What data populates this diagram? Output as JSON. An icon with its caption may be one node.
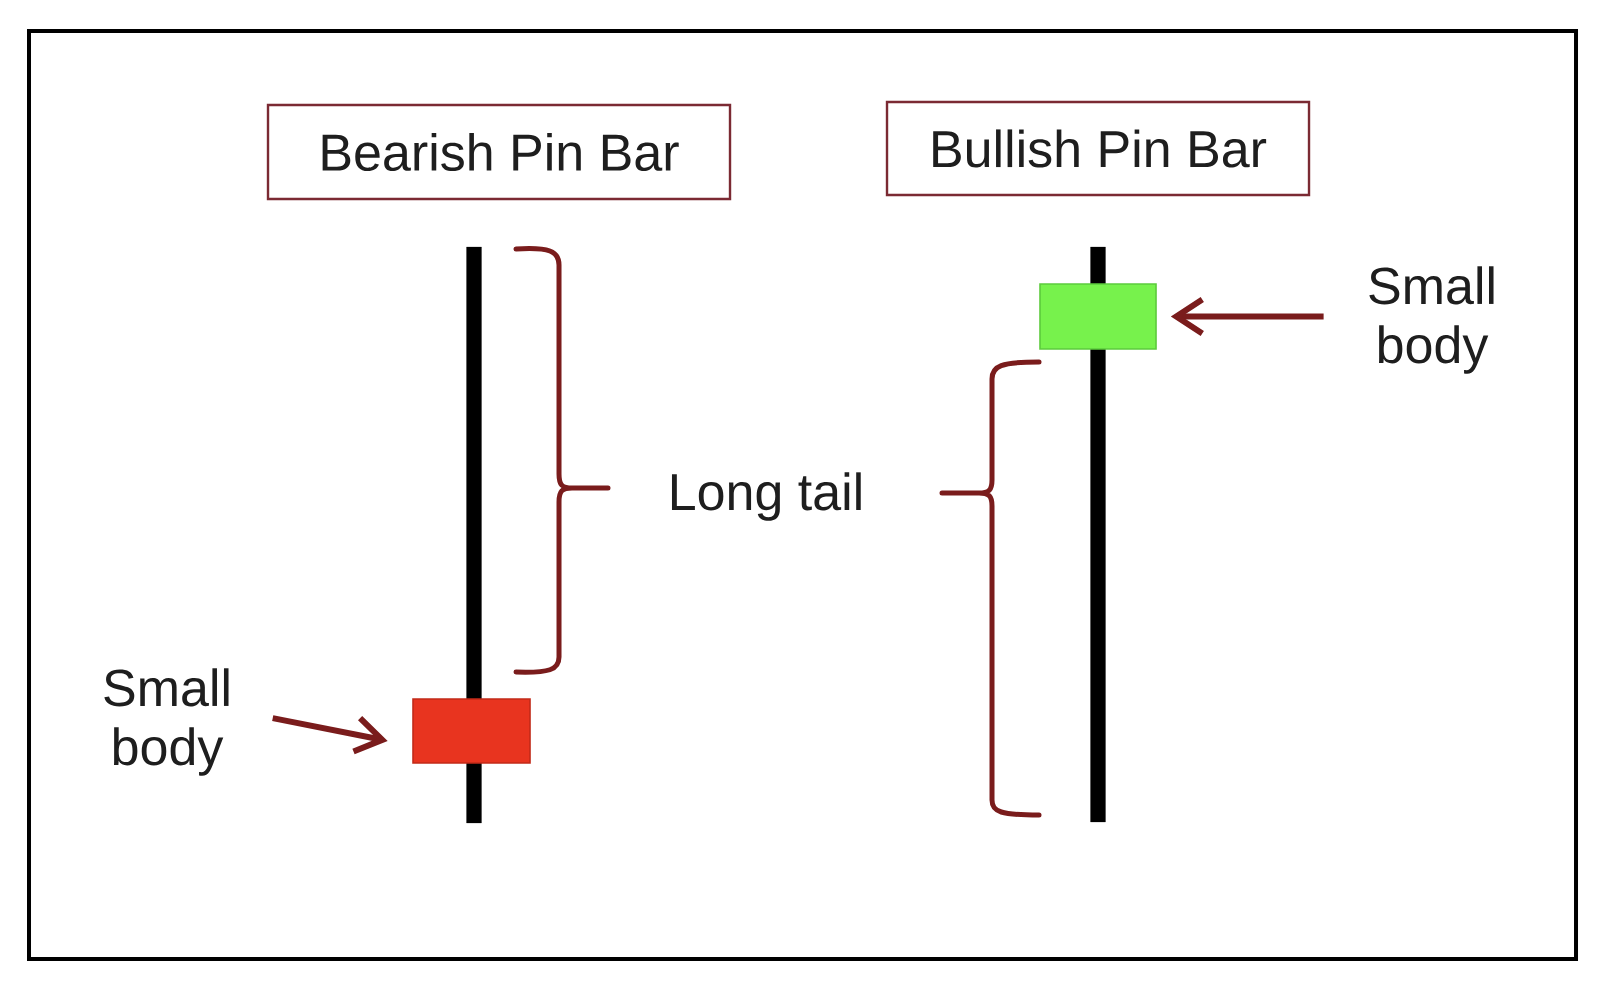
{
  "diagram": {
    "nodes": [
      {
        "text": [
          "Bearish Pin Bar"
        ]
      },
      {
        "text": [
          "Bullish Pin Bar"
        ]
      },
      {
        "text": [],
        "shape": "bar"
      },
      {
        "text": [],
        "shape": "box"
      },
      {
        "text": [
          "Small body"
        ]
      },
      {
        "text": [
          "Small body"
        ]
      },
      {
        "text": [],
        "shape": "bar"
      },
      {
        "text": [],
        "shape": "box"
      }
    ],
    "edges": [
      {
        "from": 4,
        "to": 3,
        "arrow": "to"
      },
      {
        "from": 5,
        "to": 7,
        "arrow": "to"
      }
    ],
    "labels": [
      "Long tail"
    ]
  }
}
